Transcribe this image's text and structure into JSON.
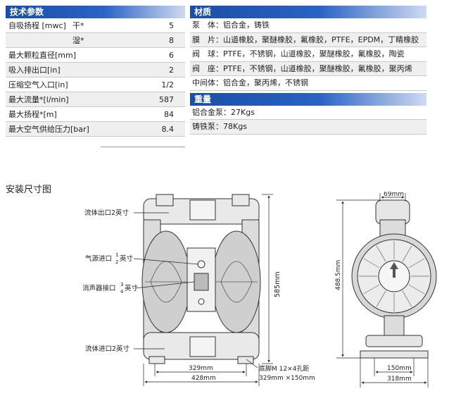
{
  "specs": {
    "title": "技术参数",
    "rows": [
      {
        "label": "自吸扬程 [mwc]",
        "sub": "干*",
        "value": "5"
      },
      {
        "label": "",
        "sub": "湿*",
        "value": "8"
      },
      {
        "label": "最大颗粒直径[mm]",
        "sub": "",
        "value": "6"
      },
      {
        "label": "吸入排出口[in]",
        "sub": "",
        "value": "2"
      },
      {
        "label": "压缩空气入口[in]",
        "sub": "",
        "value": "1/2"
      },
      {
        "label": "最大流量*[l/min]",
        "sub": "",
        "value": "587"
      },
      {
        "label": "最大扬程*[m]",
        "sub": "",
        "value": "84"
      },
      {
        "label": "最大空气供给压力[bar]",
        "sub": "",
        "value": "8.4"
      }
    ]
  },
  "materials": {
    "title": "材质",
    "rows": [
      "泵　体：铝合金，铸铁",
      "膜　片：山道橡胶，聚醚橡胶，氟橡胶，PTFE，EPDM，丁睛橡胶",
      "阀　球：PTFE，不锈钢，山道橡胶，聚醚橡胶，氟橡胶，陶瓷",
      "阀　座：PTFE，不锈钢，山道橡胶，聚醚橡胶，氟橡胶，聚丙烯",
      "中间体：铝合金，聚丙烯，不锈钢"
    ]
  },
  "weight": {
    "title": "重量",
    "rows": [
      "铝合金泵：27Kgs",
      "铸铁泵：78Kgs"
    ]
  },
  "install": {
    "title": "安装尺寸图",
    "labels": {
      "outlet": "流体出口2英寸",
      "air_inlet_a": "气源进口",
      "air_inlet_frac_num": "1",
      "air_inlet_frac_den": "2",
      "air_inlet_b": "英寸",
      "muffler_a": "消声器接口",
      "muffler_frac_num": "3",
      "muffler_frac_den": "4",
      "muffler_b": "英寸",
      "inlet": "流体进口2英寸",
      "height": "585mm",
      "width_inner": "329mm",
      "width_outer": "428mm",
      "base_a": "底脚M 12×4孔距",
      "base_b": "329mm ×150mm",
      "top": "69mm",
      "side_height": "488.5mm",
      "side_inner": "150mm",
      "side_outer": "318mm"
    }
  }
}
